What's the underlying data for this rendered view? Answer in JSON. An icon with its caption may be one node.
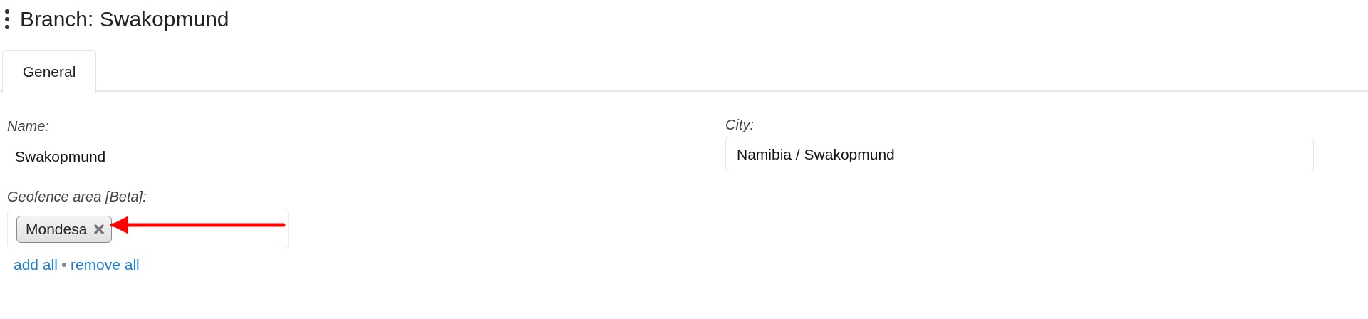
{
  "diagram": {
    "title": "Branch: Swakopmund",
    "nodes": [
      {
        "text": [],
        "shape": "box"
      },
      {
        "text": [
          "Mondesa"
        ],
        "in": 0
      }
    ],
    "edges": [
      {
        "from": null,
        "to": 1,
        "arrow": "to",
        "color": "#ff0000"
      }
    ],
    "labels": [
      "General",
      "Name:",
      "Swakopmund",
      "City:",
      "Namibia / Swakopmund",
      "Geofence area [Beta]:",
      "add all",
      "remove all"
    ]
  }
}
